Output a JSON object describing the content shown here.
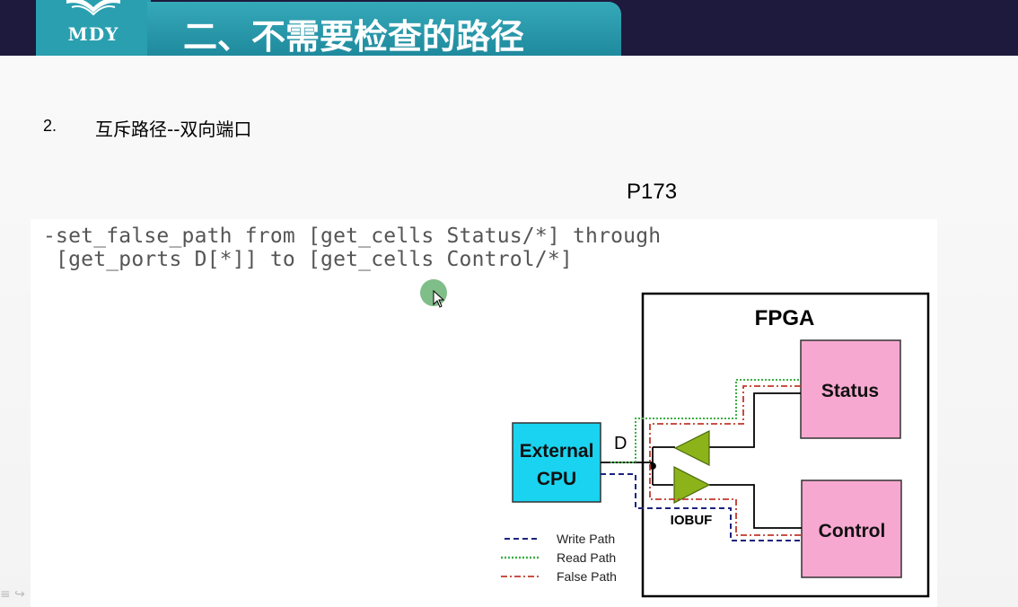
{
  "header": {
    "logo_text": "MDY",
    "title": "二、不需要检查的路径"
  },
  "content": {
    "item_number": "2.",
    "item_text": "互斥路径--双向端口",
    "page_ref": "P173",
    "code_line1": "-set_false_path from [get_cells Status/*] through",
    "code_line2": " [get_ports D[*]] to [get_cells Control/*]"
  },
  "diagram": {
    "fpga_label": "FPGA",
    "status_label": "Status",
    "control_label": "Control",
    "cpu_label_line1": "External",
    "cpu_label_line2": "CPU",
    "port_label": "D",
    "iobuf_label": "IOBUF",
    "legend": [
      {
        "label": "Write Path",
        "color": "#1a237e"
      },
      {
        "label": "Read Path",
        "color": "#3cb043"
      },
      {
        "label": "False Path",
        "color": "#c0392b"
      }
    ],
    "colors": {
      "cpu_fill": "#1ad3f0",
      "block_fill": "#f7a8d0",
      "buffer_fill": "#8cb31a"
    }
  }
}
